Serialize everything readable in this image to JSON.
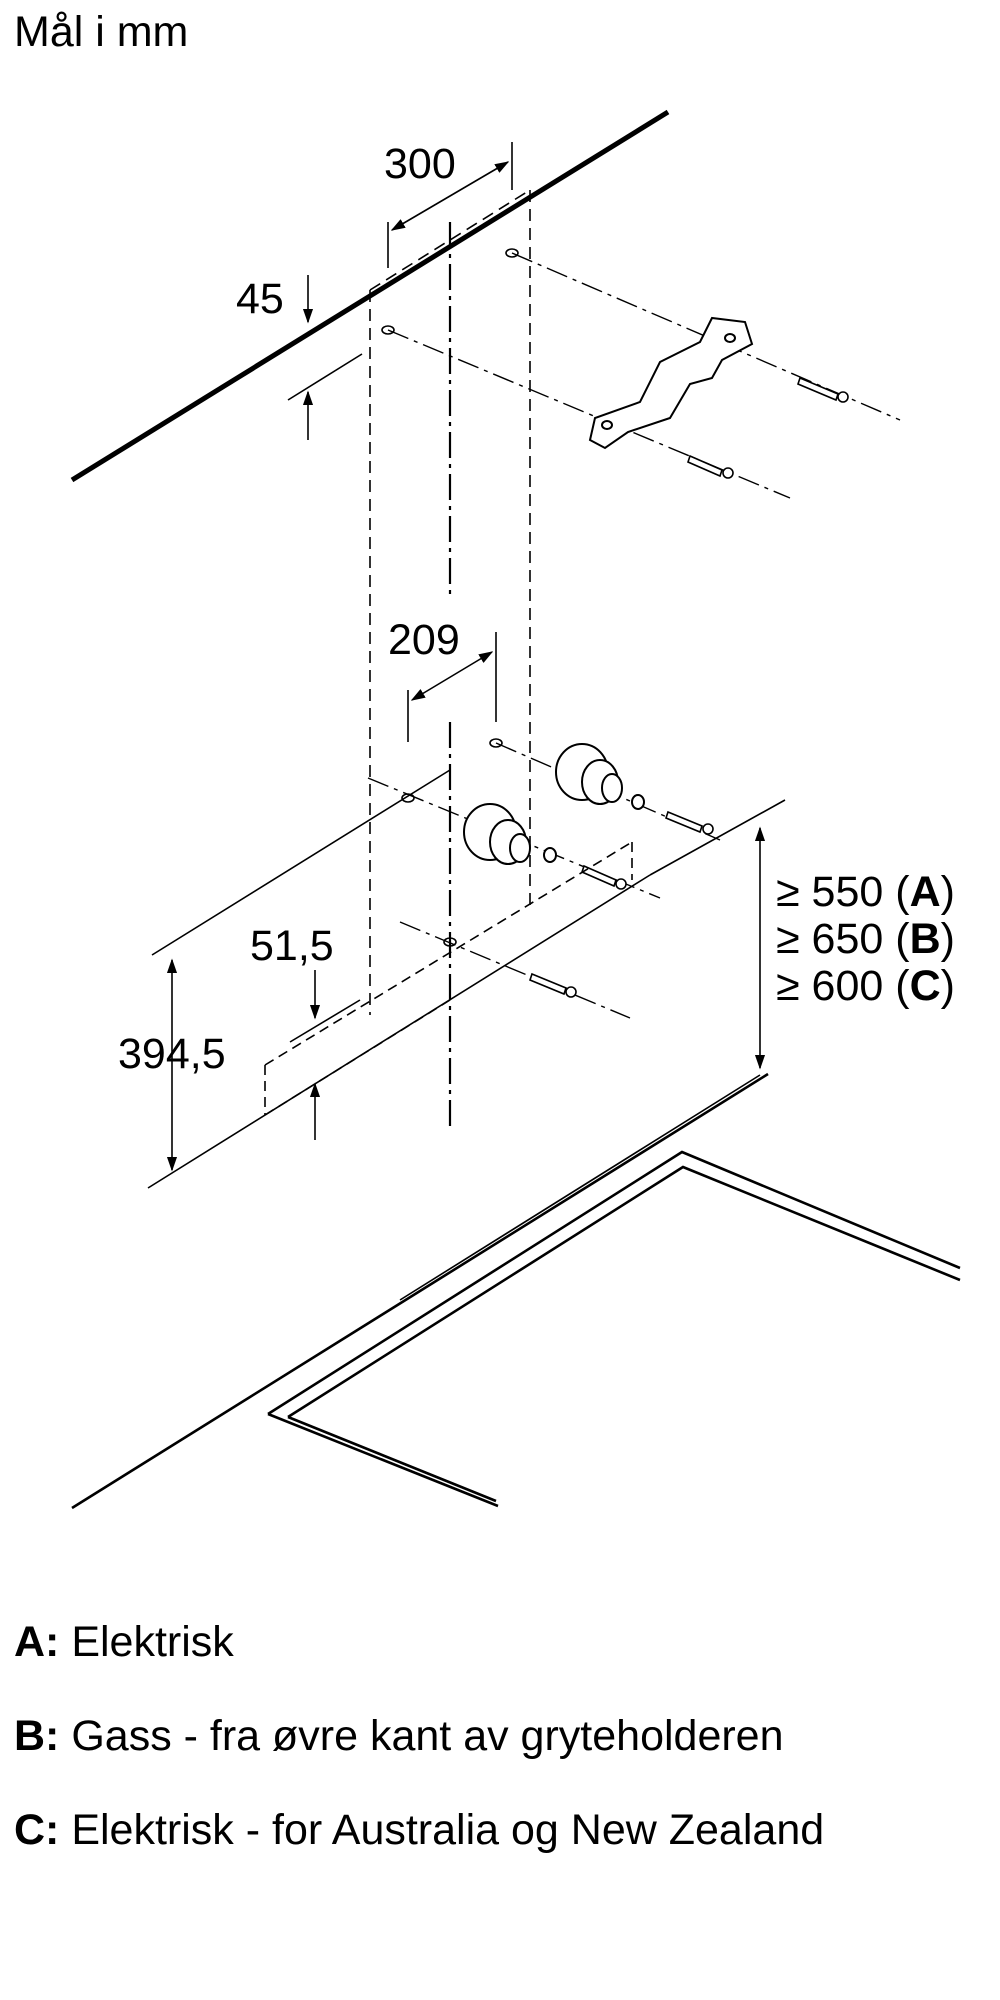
{
  "title": "Mål i mm",
  "dimensions": {
    "top_width": "300",
    "top_offset": "45",
    "mid_width": "209",
    "bracket_offset": "51,5",
    "hood_height": "394,5"
  },
  "clearance": [
    {
      "value": "≥ 550",
      "letter": "A"
    },
    {
      "value": "≥ 650",
      "letter": "B"
    },
    {
      "value": "≥ 600",
      "letter": "C"
    }
  ],
  "legend": [
    {
      "key": "A:",
      "text": "Elektrisk"
    },
    {
      "key": "B:",
      "text": "Gass - fra øvre kant av gryteholderen"
    },
    {
      "key": "C:",
      "text": "Elektrisk - for Australia og New Zealand"
    }
  ]
}
